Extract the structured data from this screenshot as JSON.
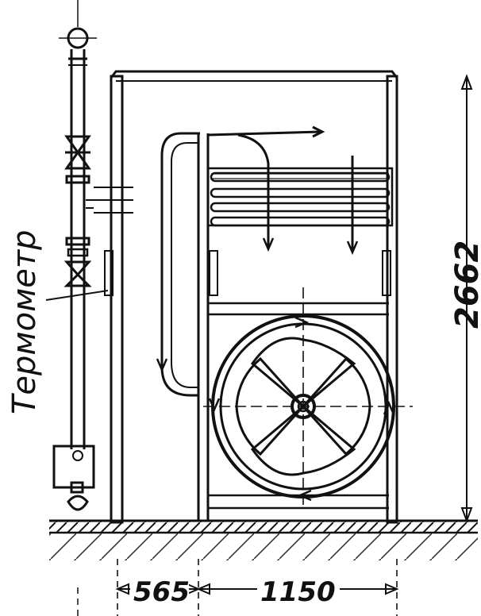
{
  "labels": {
    "thermometer": "Термометр",
    "height": "2662",
    "width_left": "565",
    "width_right": "1150"
  },
  "colors": {
    "ink": "#111111",
    "paper": "#ffffff"
  }
}
